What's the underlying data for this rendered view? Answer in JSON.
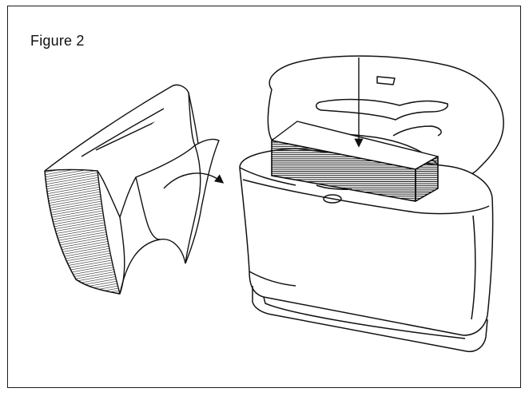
{
  "figure": {
    "title": "Figure 2"
  },
  "parts": {
    "towel_stack": "folded-paper-towels",
    "dispenser": "towel-dispenser",
    "lid": "dispenser-lid",
    "load_arrow": "down-arrow-icon",
    "unfold_arrow": "curved-arrow-icon"
  },
  "colors": {
    "line": "#111111",
    "background": "#ffffff"
  }
}
